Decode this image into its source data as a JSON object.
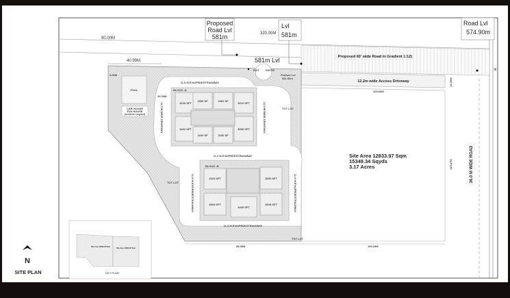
{
  "title": "SITE PLAN",
  "north_label": "N",
  "key_plan": {
    "label": "KEY PLAN",
    "lot_a": "Site Area 12833.97 Sqm",
    "lot_b": "Site Area 12833.97 Sqm"
  },
  "levels": {
    "proposed_road": [
      "Proposed",
      "Road Lvl",
      "581m"
    ],
    "lvl": [
      "Lvl",
      "581m"
    ],
    "road": [
      "Road Lvl",
      "574.90m"
    ],
    "lvl_581": "581m Lvl",
    "podium": [
      "Podium Lvl",
      "581.50m"
    ]
  },
  "dimensions": {
    "top_320": "320.00M",
    "top_80": "80.00M",
    "left_40": "40.99M",
    "d_109_66": "109.66M",
    "d_88_96": "88.96M",
    "d_109_20": "109.20M",
    "d_115_67": "115.67M",
    "d_12_20": "12.20M",
    "d_3": "3.00M",
    "d_20": "20.00M"
  },
  "roads": {
    "proposed_60": "Proposed 60' wide Road in Gradient 1:12)",
    "access": "12.2m wide Access Driveway",
    "wide_36": "36.0 M WIDE ROAD",
    "eva": "11.0 M EVA/PEDESTRIANWAY",
    "driveway": "11.0 M WIDE DRIVEWAY",
    "entry": "ENTRY",
    "exit": "EXIT"
  },
  "site_area": [
    "Site Area 12833.97 Sqm",
    "15349.34 Sqyds",
    "3.17 Acres"
  ],
  "tot_lot": "TOT LOT",
  "block_a": {
    "label": "BLOCK -A",
    "units": [
      "3220 SFT",
      "2300 SF",
      "2300 SF",
      "3210 SFT",
      "3460 SFT",
      "2230 SF",
      "2230 SF",
      "3090 SFT"
    ]
  },
  "block_b": {
    "label": "BLOCK -B",
    "units": [
      "4160 SFT",
      "3690 SFT",
      "4565 SFT",
      "3430 SFT",
      "3645 SFT"
    ]
  },
  "misc": {
    "pool": "POOL",
    "parking": [
      "CAR HOUSE",
      "EVA HOUSE",
      "(vehicle Layout)"
    ]
  }
}
